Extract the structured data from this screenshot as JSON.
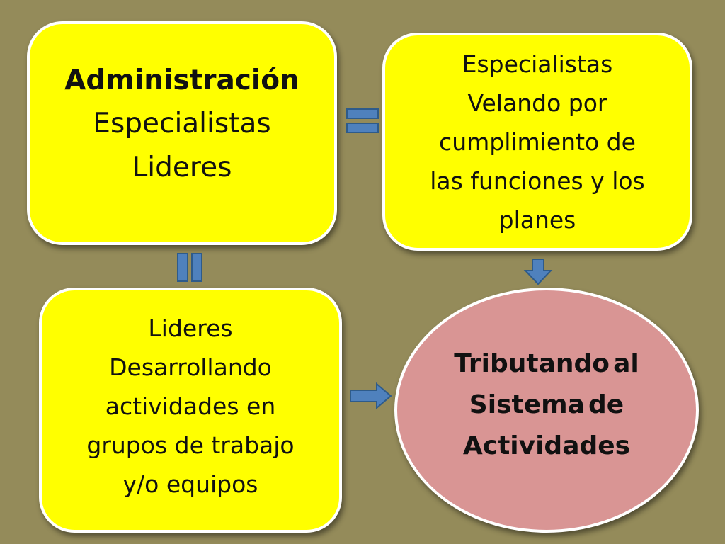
{
  "colors": {
    "background": "#948b5a",
    "box_fill": "#ffff00",
    "ellipse_fill": "#d99594",
    "connector_fill": "#4f81bd",
    "connector_stroke": "#2e5b8a"
  },
  "nodes": {
    "admin": {
      "title": "Administración",
      "lines": [
        "Especialistas",
        "Lideres"
      ]
    },
    "especialistas": {
      "lines": [
        "Especialistas",
        "Velando por",
        "cumplimiento de",
        "las funciones y los",
        "planes"
      ]
    },
    "lideres": {
      "lines": [
        "Lideres",
        "Desarrollando",
        "actividades en",
        "grupos de trabajo",
        "y/o equipos"
      ]
    },
    "tributando": {
      "lines": [
        "Tributando",
        "al Sistema",
        "de",
        "Actividades"
      ]
    }
  },
  "connectors": [
    {
      "from": "admin",
      "to": "especialistas",
      "symbol": "equals-icon"
    },
    {
      "from": "admin",
      "to": "lideres",
      "symbol": "equals-icon"
    },
    {
      "from": "especialistas",
      "to": "tributando",
      "symbol": "arrow-down-icon"
    },
    {
      "from": "lideres",
      "to": "tributando",
      "symbol": "arrow-right-icon"
    }
  ]
}
